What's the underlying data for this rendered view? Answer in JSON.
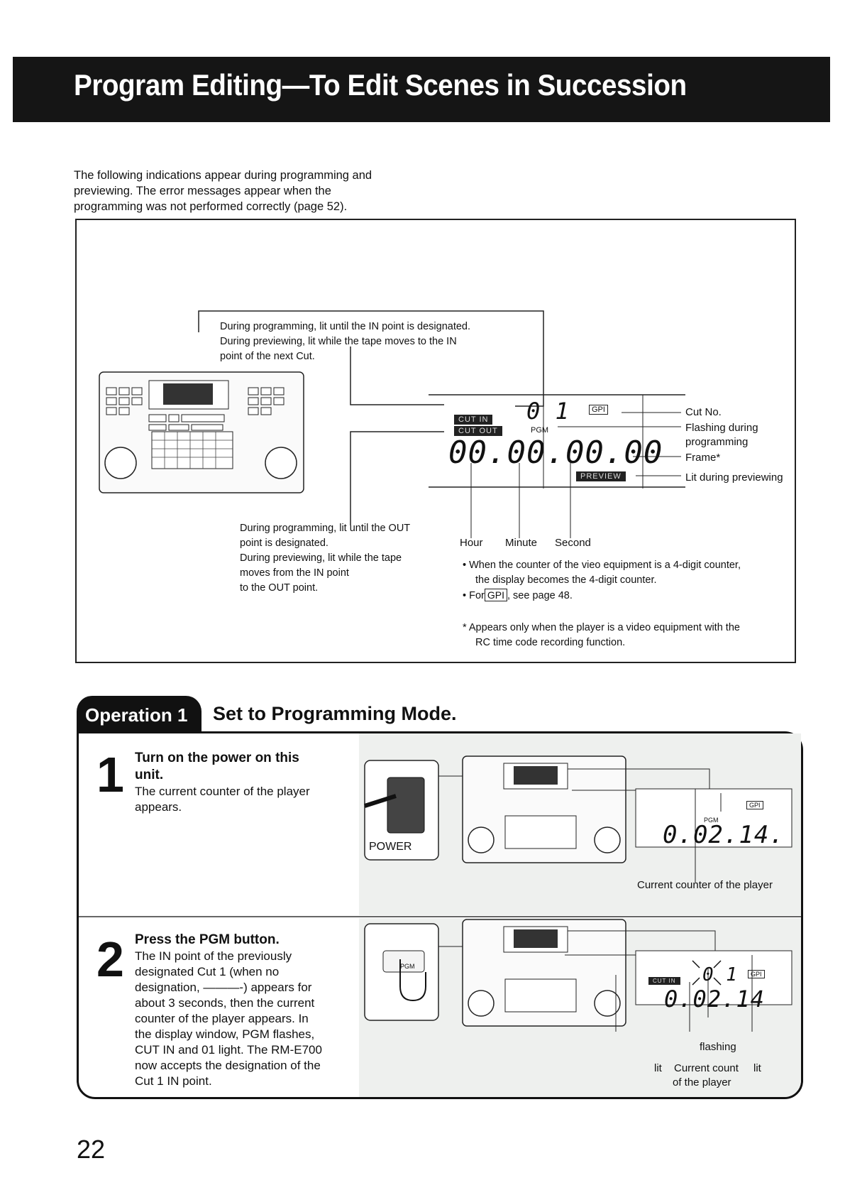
{
  "header": {
    "title": "Program Editing—To Edit Scenes in Succession"
  },
  "intro": {
    "lines": [
      "The following indications appear during programming and",
      "previewing. The error messages appear when the",
      "programming was not performed correctly (page 52)."
    ]
  },
  "diagram": {
    "note_top": [
      "During programming, lit until the IN point is designated.",
      "During previewing, lit while the tape moves to the IN",
      "point of the next Cut."
    ],
    "note_bottom": [
      "During programming, lit until the OUT",
      "point is designated.",
      "During previewing, lit while the tape",
      "moves from the IN point",
      "to the OUT point."
    ],
    "display": {
      "cut_in": "CUT IN",
      "cut_out": "CUT OUT",
      "cut_no": "0 1",
      "pgm": "PGM",
      "gpi": "GPI",
      "counter": "00.00.00.00",
      "preview": "PREVIEW"
    },
    "callouts": {
      "cut_no": "Cut No.",
      "flashing": "Flashing during",
      "flashing2": "programming",
      "frame": "Frame*",
      "lit_preview": "Lit during previewing",
      "hour": "Hour",
      "minute": "Minute",
      "second": "Second"
    },
    "bullets": {
      "b1_line1": "When the counter of the vieo equipment is a 4-digit counter,",
      "b1_line2": "the display becomes the 4-digit counter.",
      "b2_pre": "For",
      "b2_box": "GPI",
      "b2_post": ", see page 48."
    },
    "footnote": {
      "mark": "*",
      "line1": "Appears only when the player is a video equipment with the",
      "line2": "RC time code recording function."
    }
  },
  "operation": {
    "tab_label": "Operation 1",
    "heading": "Set to Programming Mode.",
    "steps": [
      {
        "number": "1",
        "title_lines": [
          "Turn on the power on this",
          "unit."
        ],
        "body_lines": [
          "The current counter of the player",
          "appears."
        ],
        "power_label": "POWER",
        "display_pgm": "PGM",
        "display_gpi": "GPI",
        "display_counter": "0.02.14.",
        "caption": "Current counter of the player"
      },
      {
        "number": "2",
        "title_lines": [
          "Press the PGM button."
        ],
        "body_lines": [
          "The IN point of the previously",
          "designated Cut 1 (when no",
          "designation, ———-) appears for",
          "about 3 seconds, then the current",
          "counter of the player appears. In",
          "the display window, PGM flashes,",
          "CUT IN and 01 light. The RM-E700",
          "now accepts the designation of the",
          "Cut 1 IN point."
        ],
        "button_label": "PGM",
        "display_cut_in": "CUT IN",
        "display_cut_no": "0 1",
        "display_gpi": "GPI",
        "display_counter": "0.02.14",
        "label_flashing": "flashing",
        "label_lit_left": "lit",
        "label_current_count": "Current count",
        "label_of_player": "of the player",
        "label_lit_right": "lit"
      }
    ]
  },
  "page_number": "22"
}
